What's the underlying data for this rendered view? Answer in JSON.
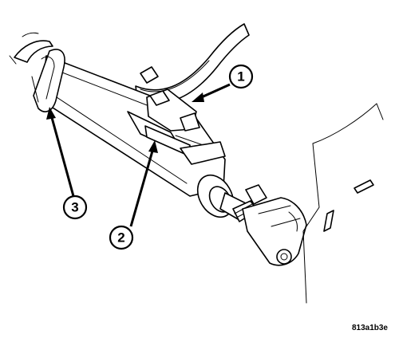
{
  "callouts": [
    {
      "label": "1"
    },
    {
      "label": "2"
    },
    {
      "label": "3"
    }
  ],
  "figure_code": "813a1b3e",
  "colors": {
    "line": "#000000",
    "background": "#ffffff"
  }
}
